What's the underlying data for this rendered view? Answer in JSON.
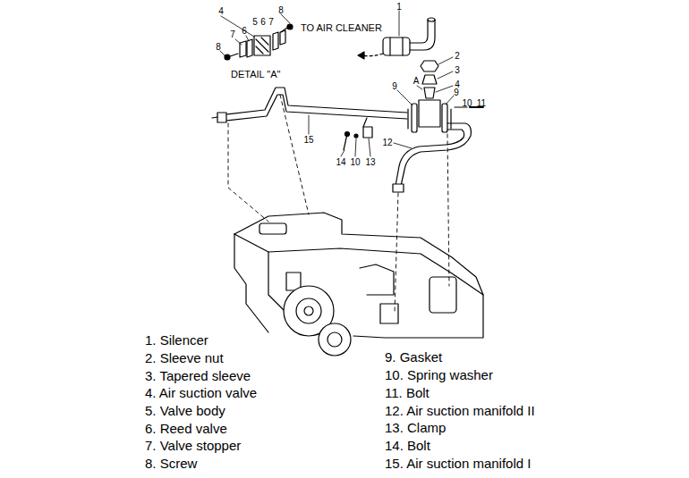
{
  "diagram": {
    "labels": [
      "4",
      "8",
      "5",
      "6",
      "7",
      "8",
      "7",
      "6",
      "TO AIR CLEANER",
      "DETAIL \"A\"",
      "1",
      "2",
      "3",
      "A",
      "4",
      "9",
      "9",
      "10",
      "11",
      "15",
      "12",
      "14",
      "10",
      "13",
      "1. Silencer",
      "2. Sleeve nut",
      "3. Tapered sleeve",
      "4. Air suction valve",
      "5. Valve body",
      "6. Reed valve",
      "7. Valve stopper",
      "8. Screw",
      "9. Gasket",
      "10. Spring washer",
      "11. Bolt",
      "12. Air suction manifold II",
      "13. Clamp",
      "14. Bolt",
      "15. Air suction manifold I"
    ]
  }
}
